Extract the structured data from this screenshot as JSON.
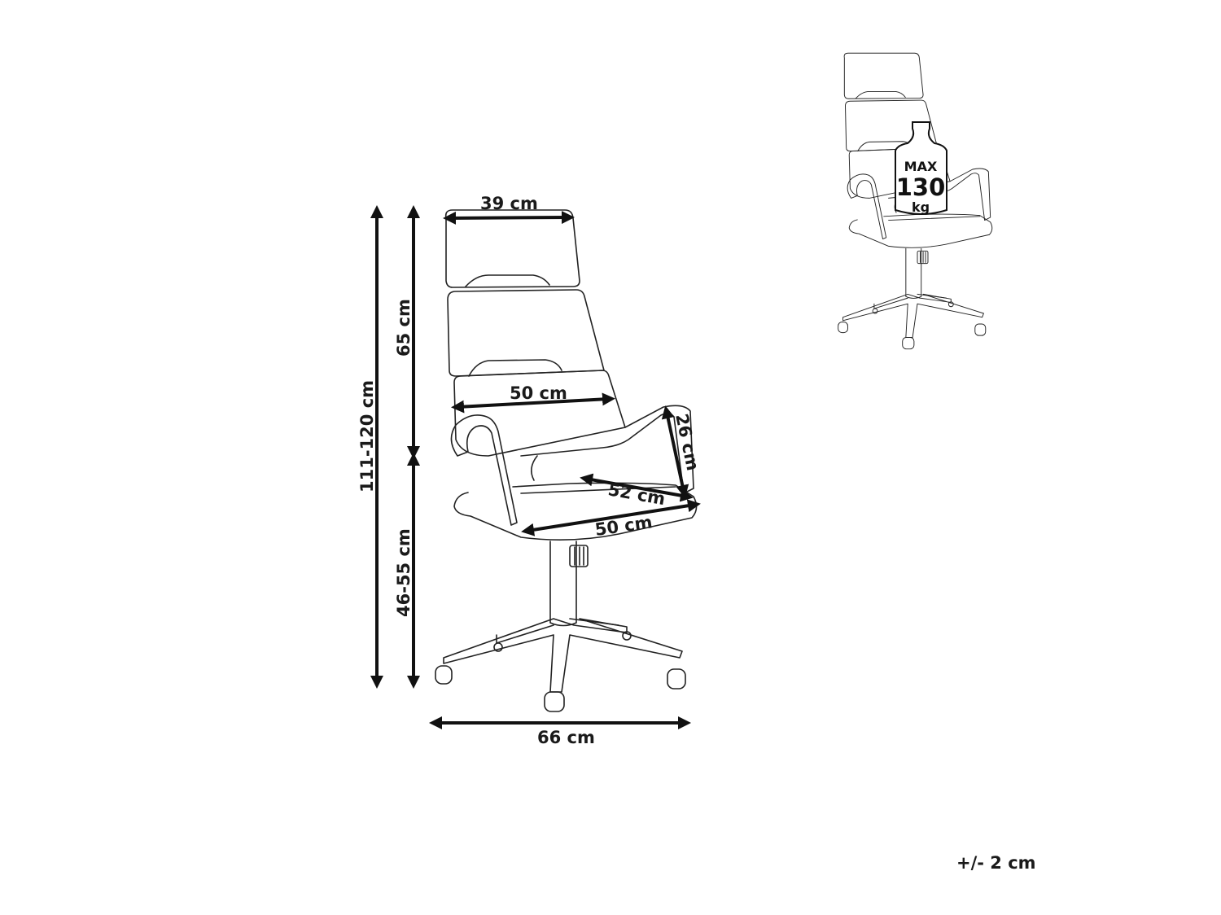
{
  "dimensions": {
    "headrest_width": "39 cm",
    "backrest_width": "50 cm",
    "armrest_height": "26 cm",
    "seat_depth": "52 cm",
    "seat_width": "50 cm",
    "total_height": "111-120 cm",
    "backrest_height": "65 cm",
    "seat_height": "46-55 cm",
    "base_width": "66 cm"
  },
  "max_load": {
    "line1": "MAX",
    "line2": "130",
    "line3": "kg",
    "icon": "weight-icon"
  },
  "tolerance": "+/- 2 cm"
}
